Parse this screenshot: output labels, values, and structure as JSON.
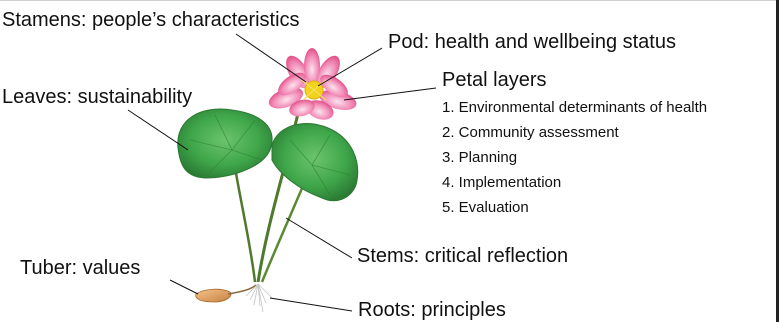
{
  "labels": {
    "stamens": "Stamens: people’s characteristics",
    "pod": "Pod: health and wellbeing status",
    "petal_layers": "Petal layers",
    "leaves": "Leaves: sustainability",
    "stems": "Stems: critical reflection",
    "tuber": "Tuber: values",
    "roots": "Roots: principles"
  },
  "petal_list": [
    "1. Environmental determinants of health",
    "2. Community assessment",
    "3. Planning",
    "4. Implementation",
    "5. Evaluation"
  ],
  "colors": {
    "leaf": "#3fa64a",
    "leaf_dark": "#2a7a33",
    "stem": "#4f7a2c",
    "petal": "#e8468a",
    "petal_light": "#f7b6d0",
    "pod": "#f2d21a",
    "tuber": "#e0a060",
    "roots": "#c8c8c8",
    "line": "#111111"
  }
}
